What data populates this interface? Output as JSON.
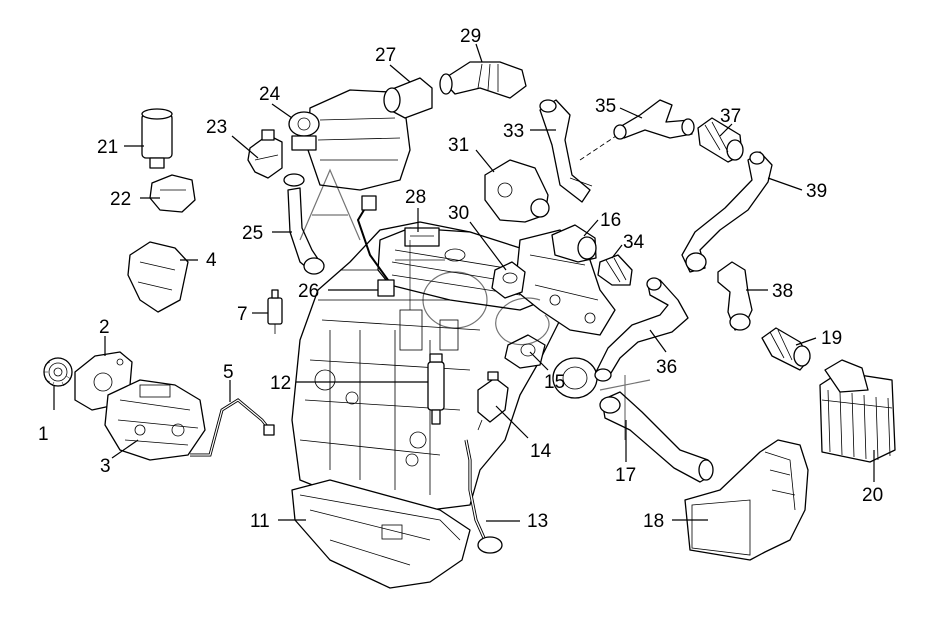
{
  "callouts": {
    "c1": "1",
    "c2": "2",
    "c3": "3",
    "c4": "4",
    "c5": "5",
    "c7": "7",
    "c11": "11",
    "c12": "12",
    "c13": "13",
    "c14": "14",
    "c15": "15",
    "c16": "16",
    "c17": "17",
    "c18": "18",
    "c19": "19",
    "c20": "20",
    "c21": "21",
    "c22": "22",
    "c23": "23",
    "c24": "24",
    "c25": "25",
    "c26": "26",
    "c27": "27",
    "c28": "28",
    "c29": "29",
    "c30": "30",
    "c31": "31",
    "c33": "33",
    "c34": "34",
    "c35": "35",
    "c36": "36",
    "c37": "37",
    "c38": "38",
    "c39": "39"
  },
  "colors": {
    "line": "#000000",
    "background": "#ffffff"
  }
}
